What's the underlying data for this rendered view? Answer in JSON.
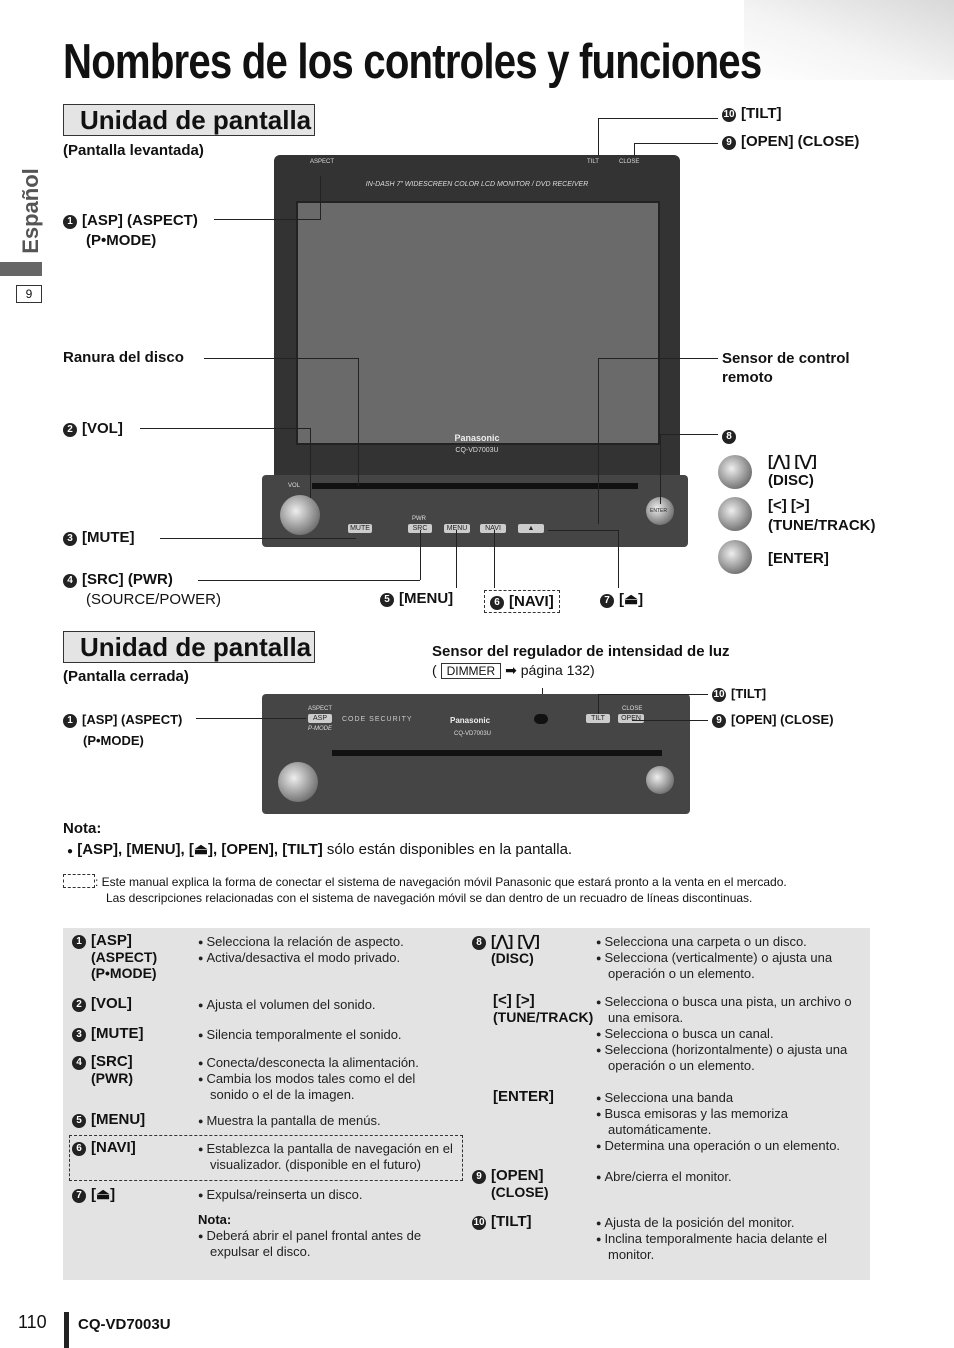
{
  "title": "Nombres de los controles y funciones",
  "sidebar": {
    "language": "Español",
    "page_tab": "9"
  },
  "section1": {
    "heading": "Unidad de pantalla",
    "subheading": "(Pantalla levantada)",
    "labels": {
      "asp": "[ASP] (ASPECT)",
      "asp_mode": "(P•MODE)",
      "disc_slot": "Ranura del disco",
      "vol": "[VOL]",
      "mute": "[MUTE]",
      "src": "[SRC] (PWR)",
      "src_sub": "(SOURCE/POWER)",
      "menu": "[MENU]",
      "navi": "[NAVI]",
      "eject": "[⏏]",
      "tilt": "[TILT]",
      "open": "[OPEN] (CLOSE)",
      "remote_sensor": "Sensor de control remoto",
      "disc_keys": "[⋀] [⋁]",
      "disc": "(DISC)",
      "tune_keys": "[<] [>]",
      "tune": "(TUNE/TRACK)",
      "enter": "[ENTER]"
    },
    "device": {
      "banner": "IN-DASH 7\" WIDESCREEN COLOR LCD MONITOR / DVD RECEIVER",
      "brand": "Panasonic",
      "model": "CQ-VD7003U",
      "aspect_key": "ASPECT",
      "tilt_key": "TILT",
      "close_key": "CLOSE",
      "vol_key": "VOL",
      "pwr_key": "PWR",
      "src_key": "SRC",
      "menu_key": "MENU",
      "navi_key": "NAVI",
      "mute_key": "MUTE",
      "enter_key": "ENTER"
    }
  },
  "section2": {
    "heading": "Unidad de pantalla",
    "subheading": "(Pantalla cerrada)",
    "dimmer_title": "Sensor del regulador de intensidad de luz",
    "dimmer_ref_box": "DIMMER",
    "dimmer_ref_page": "página 132)",
    "labels": {
      "asp": "[ASP] (ASPECT)",
      "asp_mode": "(P•MODE)",
      "tilt": "[TILT]",
      "open": "[OPEN] (CLOSE)"
    },
    "device": {
      "code_security": "CODE SECURITY",
      "brand": "Panasonic",
      "model": "CQ-VD7003U",
      "asp_key": "ASP",
      "pmode": "P-MODE",
      "tilt_key": "TILT",
      "open_key": "OPEN",
      "close_key": "CLOSE"
    }
  },
  "note": {
    "title": "Nota:",
    "bold_part": "[ASP], [MENU], [⏏],  [OPEN], [TILT]",
    "rest": "sólo están disponibles en la pantalla.",
    "dashed_line1": ": Este manual explica la forma de conectar el sistema de navegación móvil Panasonic que estará pronto a la venta en el mercado.",
    "dashed_line2": "Las descripciones relacionadas con el sistema de navegación móvil se dan dentro de un recuadro de líneas discontinuas."
  },
  "table": {
    "left": [
      {
        "num": "1",
        "label": "[ASP]",
        "sub": "(ASPECT)\n(P•MODE)",
        "desc": [
          "Selecciona la relación de aspecto.",
          "Activa/desactiva el modo privado."
        ]
      },
      {
        "num": "2",
        "label": "[VOL]",
        "sub": "",
        "desc": [
          "Ajusta el volumen del sonido."
        ]
      },
      {
        "num": "3",
        "label": "[MUTE]",
        "sub": "",
        "desc": [
          "Silencia temporalmente el sonido."
        ]
      },
      {
        "num": "4",
        "label": "[SRC]",
        "sub": "(PWR)",
        "desc": [
          "Conecta/desconecta la alimentación.",
          "Cambia los modos tales como el del sonido o el de la imagen."
        ]
      },
      {
        "num": "5",
        "label": "[MENU]",
        "sub": "",
        "desc": [
          "Muestra la pantalla de menús."
        ]
      },
      {
        "num": "6",
        "label": "[NAVI]",
        "sub": "",
        "desc": [
          "Establezca la pantalla de navegación en el visualizador. (disponible en el futuro)"
        ]
      },
      {
        "num": "7",
        "label": "[⏏]",
        "sub": "",
        "desc": [
          "Expulsa/reinserta un disco."
        ]
      }
    ],
    "eject_note_title": "Nota:",
    "eject_note": "Deberá abrir el panel frontal antes de expulsar el disco.",
    "right": [
      {
        "num": "8",
        "label": "[⋀] [⋁]",
        "sub": "(DISC)",
        "desc": [
          "Selecciona una carpeta o un disco.",
          "Selecciona (verticalmente) o ajusta una operación o un elemento."
        ]
      },
      {
        "num": "",
        "label": "[<] [>]",
        "sub": "(TUNE/TRACK)",
        "desc": [
          "Selecciona o busca una pista, un archivo o una emisora.",
          "Selecciona o busca un canal.",
          "Selecciona (horizontalmente) o ajusta una operación o un elemento."
        ]
      },
      {
        "num": "",
        "label": "[ENTER]",
        "sub": "",
        "desc": [
          "Selecciona una banda",
          "Busca emisoras y las memoriza automáticamente.",
          "Determina una operación o un elemento."
        ]
      },
      {
        "num": "9",
        "label": "[OPEN]",
        "sub": "(CLOSE)",
        "desc": [
          "Abre/cierra el monitor."
        ]
      },
      {
        "num": "10",
        "label": "[TILT]",
        "sub": "",
        "desc": [
          "Ajusta de la posición del monitor.",
          "Inclina temporalmente hacia delante el monitor."
        ]
      }
    ]
  },
  "footer": {
    "page_number": "110",
    "model": "CQ-VD7003U"
  }
}
